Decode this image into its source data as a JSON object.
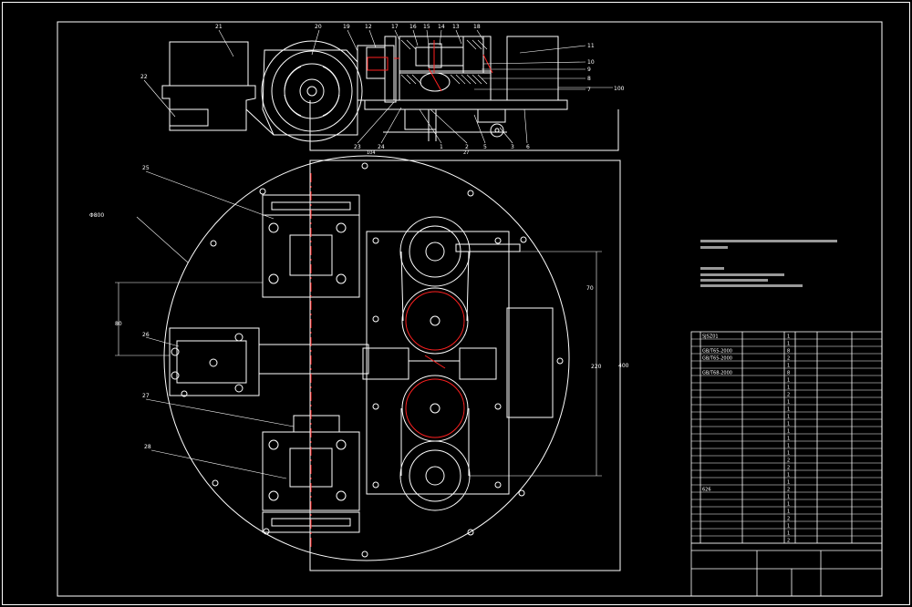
{
  "drawing": {
    "top_callouts": [
      "21",
      "22",
      "20",
      "19",
      "12",
      "17",
      "16",
      "15",
      "14",
      "13",
      "18",
      "11",
      "10",
      "9",
      "8",
      "7",
      "100",
      "23",
      "24",
      "1",
      "2",
      "5",
      "3",
      "6"
    ],
    "callout_aux": [
      "104",
      "27"
    ],
    "plan_callouts": [
      "25",
      "26",
      "27",
      "28"
    ],
    "plan_label": "Φ800",
    "dims": {
      "d80": "80",
      "d70": "70",
      "d220": "220",
      "d400": "400"
    }
  },
  "bom": {
    "rows": [
      {
        "no": "",
        "code": "SJSZ01",
        "name": "",
        "qty": "1"
      },
      {
        "no": "",
        "code": "",
        "name": "",
        "qty": "1"
      },
      {
        "no": "",
        "code": "GB/T65-2000",
        "name": "",
        "qty": "8"
      },
      {
        "no": "",
        "code": "GB/T65-2000",
        "name": "",
        "qty": "2"
      },
      {
        "no": "",
        "code": "",
        "name": "",
        "qty": "1"
      },
      {
        "no": "",
        "code": "GB/T68-2000",
        "name": "",
        "qty": "8"
      },
      {
        "no": "",
        "code": "",
        "name": "",
        "qty": "1"
      },
      {
        "no": "",
        "code": "",
        "name": "",
        "qty": "1"
      },
      {
        "no": "",
        "code": "",
        "name": "",
        "qty": "2"
      },
      {
        "no": "",
        "code": "",
        "name": "",
        "qty": "1"
      },
      {
        "no": "",
        "code": "",
        "name": "",
        "qty": "1"
      },
      {
        "no": "",
        "code": "",
        "name": "",
        "qty": "1"
      },
      {
        "no": "",
        "code": "",
        "name": "",
        "qty": "1"
      },
      {
        "no": "",
        "code": "",
        "name": "",
        "qty": "1"
      },
      {
        "no": "",
        "code": "",
        "name": "",
        "qty": "1"
      },
      {
        "no": "",
        "code": "",
        "name": "",
        "qty": "1"
      },
      {
        "no": "",
        "code": "",
        "name": "",
        "qty": "1"
      },
      {
        "no": "",
        "code": "",
        "name": "",
        "qty": "2"
      },
      {
        "no": "",
        "code": "",
        "name": "",
        "qty": "2"
      },
      {
        "no": "",
        "code": "",
        "name": "",
        "qty": "1"
      },
      {
        "no": "",
        "code": "",
        "name": "",
        "qty": "1"
      },
      {
        "no": "",
        "code": "626",
        "name": "",
        "qty": "2"
      },
      {
        "no": "",
        "code": "",
        "name": "",
        "qty": "1"
      },
      {
        "no": "",
        "code": "",
        "name": "",
        "qty": "1"
      },
      {
        "no": "",
        "code": "",
        "name": "",
        "qty": "1"
      },
      {
        "no": "",
        "code": "",
        "name": "",
        "qty": "2"
      },
      {
        "no": "",
        "code": "",
        "name": "",
        "qty": "1"
      },
      {
        "no": "",
        "code": "",
        "name": "",
        "qty": "1"
      },
      {
        "no": "",
        "code": "",
        "name": "",
        "qty": "2"
      }
    ]
  },
  "colors": {
    "background": "#000000",
    "line": "#ffffff",
    "hidden": "#ff2020",
    "center": "#ff2020"
  }
}
